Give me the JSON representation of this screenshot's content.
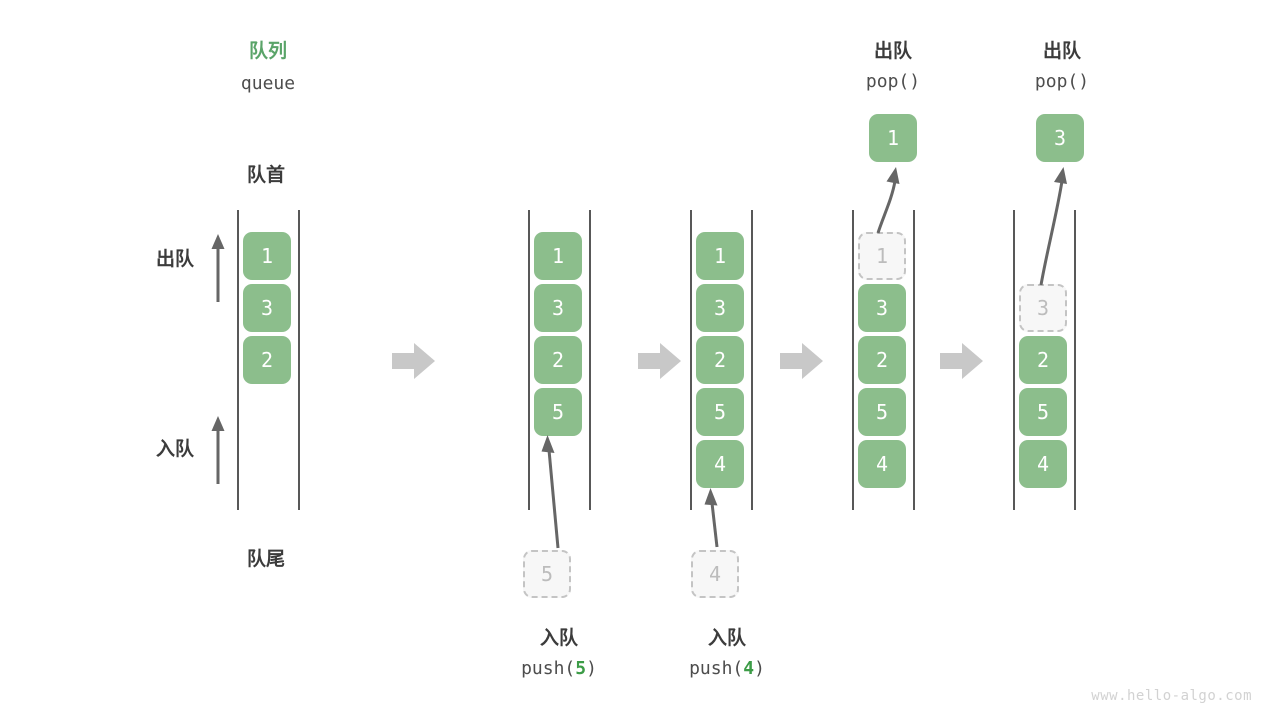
{
  "diagram": {
    "title_cn": "队列",
    "title_en": "queue",
    "front_label": "队首",
    "rear_label": "队尾",
    "dequeue_label": "出队",
    "enqueue_label": "入队",
    "watermark": "www.hello-algo.com",
    "colors": {
      "accent_green": "#5aa469",
      "cell_green": "#8cbe8c",
      "mono_green": "#3c9c47",
      "ghost_fill": "#f7f7f7",
      "ghost_border": "#c4c4c4",
      "ghost_text": "#bcbcbc",
      "rail": "#585858",
      "arrow_gray": "#666666",
      "flow_arrow_gray": "#c8c8c8",
      "text": "#3c3c3c",
      "watermark": "#d2d2d2"
    }
  },
  "steps": [
    {
      "id": "state-initial",
      "cells": [
        "1",
        "3",
        "2"
      ],
      "ghost_index": null,
      "empty_top_slots": 0
    },
    {
      "id": "state-after-push-5",
      "cells": [
        "1",
        "3",
        "2",
        "5"
      ],
      "ghost_index": null,
      "empty_top_slots": 0,
      "op_cn": "入队",
      "op_code_prefix": "push(",
      "op_code_value": "5",
      "op_code_suffix": ")",
      "incoming_value": "5"
    },
    {
      "id": "state-after-push-4",
      "cells": [
        "1",
        "3",
        "2",
        "5",
        "4"
      ],
      "ghost_index": null,
      "empty_top_slots": 0,
      "op_cn": "入队",
      "op_code_prefix": "push(",
      "op_code_value": "4",
      "op_code_suffix": ")",
      "incoming_value": "4"
    },
    {
      "id": "state-after-pop-1",
      "cells": [
        "1",
        "3",
        "2",
        "5",
        "4"
      ],
      "ghost_index": 0,
      "empty_top_slots": 0,
      "op_cn": "出队",
      "op_code": "pop()",
      "popped_value": "1"
    },
    {
      "id": "state-after-pop-3",
      "cells": [
        "3",
        "2",
        "5",
        "4"
      ],
      "ghost_index": 0,
      "empty_top_slots": 1,
      "op_cn": "出队",
      "op_code": "pop()",
      "popped_value": "3"
    }
  ]
}
